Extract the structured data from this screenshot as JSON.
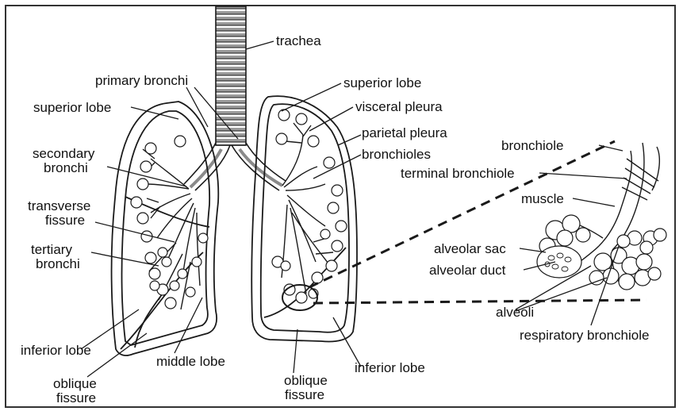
{
  "labels": {
    "trachea": "trachea",
    "primary_bronchi": "primary bronchi",
    "superior_lobe_left": "superior lobe",
    "superior_lobe_right": "superior lobe",
    "visceral_pleura": "visceral pleura",
    "parietal_pleura": "parietal pleura",
    "bronchioles": "bronchioles",
    "secondary_bronchi_1": "secondary",
    "secondary_bronchi_2": "bronchi",
    "transverse_fissure_1": "transverse",
    "transverse_fissure_2": "fissure",
    "tertiary_bronchi_1": "tertiary",
    "tertiary_bronchi_2": "bronchi",
    "inferior_lobe_left": "inferior lobe",
    "middle_lobe": "middle lobe",
    "oblique_fissure_left_1": "oblique",
    "oblique_fissure_left_2": "fissure",
    "oblique_fissure_right_1": "oblique",
    "oblique_fissure_right_2": "fissure",
    "inferior_lobe_right": "inferior lobe",
    "bronchiole": "bronchiole",
    "terminal_bronchiole": "terminal bronchiole",
    "muscle": "muscle",
    "alveolar_sac": "alveolar sac",
    "alveolar_duct": "alveolar duct",
    "alveoli": "alveoli",
    "respiratory_bronchiole": "respiratory bronchiole"
  },
  "colors": {
    "stroke": "#1a1a1a",
    "cartilage": "#9a9a9a",
    "frame": "#333333",
    "background": "#ffffff"
  }
}
